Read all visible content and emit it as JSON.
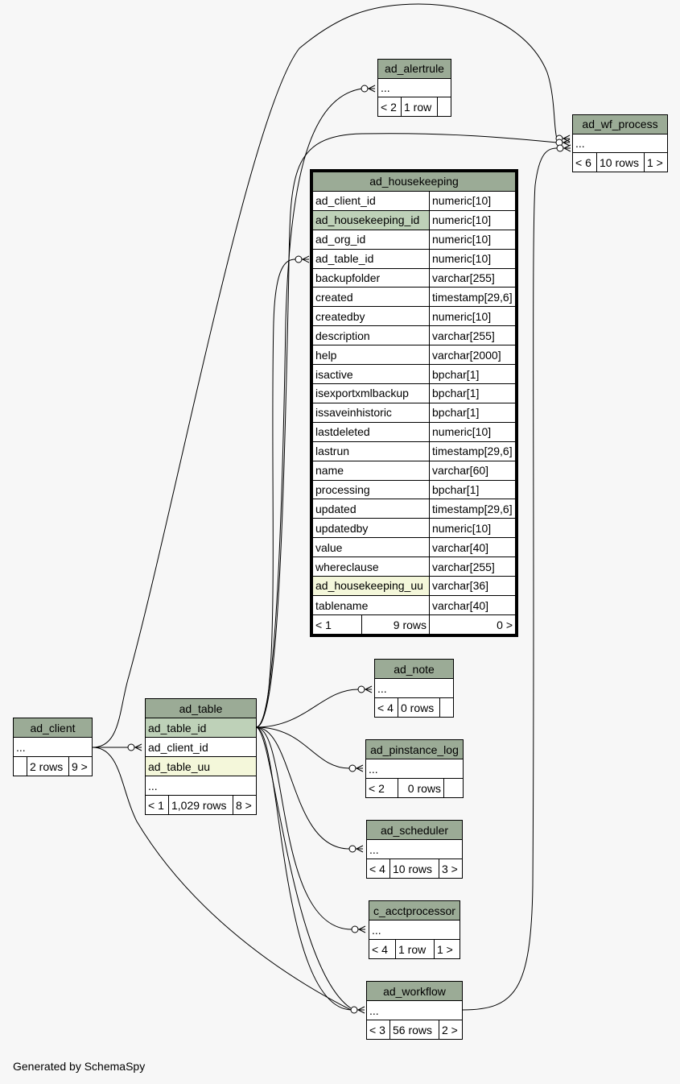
{
  "footer": "Generated by SchemaSpy",
  "colors": {
    "background": "#f7f7f7",
    "header": "#9bab96",
    "primary_key": "#bed1b8",
    "unique": "#f4f7da"
  },
  "tables": {
    "ad_alertrule": {
      "name": "ad_alertrule",
      "ellipsis": "...",
      "parents": "< 2",
      "rows": "1 row",
      "children": ""
    },
    "ad_wf_process": {
      "name": "ad_wf_process",
      "ellipsis": "...",
      "parents": "< 6",
      "rows": "10 rows",
      "children": "1 >"
    },
    "ad_housekeeping": {
      "name": "ad_housekeeping",
      "columns": [
        {
          "name": "ad_client_id",
          "type": "numeric[10]"
        },
        {
          "name": "ad_housekeeping_id",
          "type": "numeric[10]"
        },
        {
          "name": "ad_org_id",
          "type": "numeric[10]"
        },
        {
          "name": "ad_table_id",
          "type": "numeric[10]"
        },
        {
          "name": "backupfolder",
          "type": "varchar[255]"
        },
        {
          "name": "created",
          "type": "timestamp[29,6]"
        },
        {
          "name": "createdby",
          "type": "numeric[10]"
        },
        {
          "name": "description",
          "type": "varchar[255]"
        },
        {
          "name": "help",
          "type": "varchar[2000]"
        },
        {
          "name": "isactive",
          "type": "bpchar[1]"
        },
        {
          "name": "isexportxmlbackup",
          "type": "bpchar[1]"
        },
        {
          "name": "issaveinhistoric",
          "type": "bpchar[1]"
        },
        {
          "name": "lastdeleted",
          "type": "numeric[10]"
        },
        {
          "name": "lastrun",
          "type": "timestamp[29,6]"
        },
        {
          "name": "name",
          "type": "varchar[60]"
        },
        {
          "name": "processing",
          "type": "bpchar[1]"
        },
        {
          "name": "updated",
          "type": "timestamp[29,6]"
        },
        {
          "name": "updatedby",
          "type": "numeric[10]"
        },
        {
          "name": "value",
          "type": "varchar[40]"
        },
        {
          "name": "whereclause",
          "type": "varchar[255]"
        },
        {
          "name": "ad_housekeeping_uu",
          "type": "varchar[36]"
        },
        {
          "name": "tablename",
          "type": "varchar[40]"
        }
      ],
      "parents": "< 1",
      "rows": "9 rows",
      "children": "0 >"
    },
    "ad_client": {
      "name": "ad_client",
      "ellipsis": "...",
      "parents": "",
      "rows": "2 rows",
      "children": "9 >"
    },
    "ad_table": {
      "name": "ad_table",
      "columns": [
        "ad_table_id",
        "ad_client_id",
        "ad_table_uu"
      ],
      "ellipsis": "...",
      "parents": "< 1",
      "rows": "1,029 rows",
      "children": "8 >"
    },
    "ad_note": {
      "name": "ad_note",
      "ellipsis": "...",
      "parents": "< 4",
      "rows": "0 rows",
      "children": ""
    },
    "ad_pinstance_log": {
      "name": "ad_pinstance_log",
      "ellipsis": "...",
      "parents": "< 2",
      "rows": "0 rows",
      "children": ""
    },
    "ad_scheduler": {
      "name": "ad_scheduler",
      "ellipsis": "...",
      "parents": "< 4",
      "rows": "10 rows",
      "children": "3 >"
    },
    "c_acctprocessor": {
      "name": "c_acctprocessor",
      "ellipsis": "...",
      "parents": "< 4",
      "rows": "1 row",
      "children": "1 >"
    },
    "ad_workflow": {
      "name": "ad_workflow",
      "ellipsis": "...",
      "parents": "< 3",
      "rows": "56 rows",
      "children": "2 >"
    }
  }
}
